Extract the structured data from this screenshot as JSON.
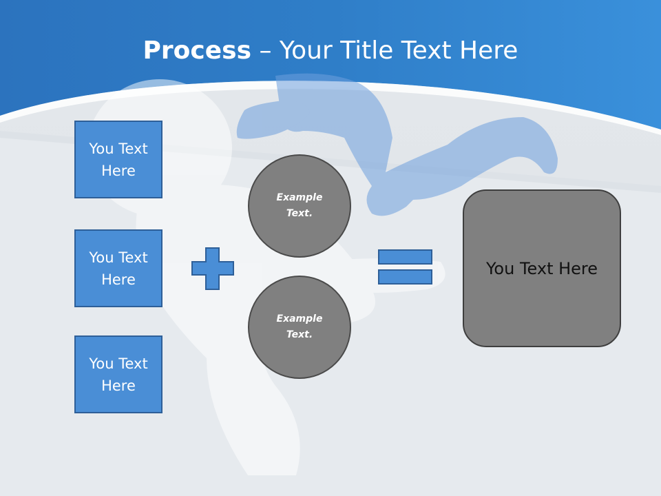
{
  "slide": {
    "title_bold": "Process",
    "title_rest": " – Your Title Text Here",
    "inputs": [
      {
        "label": "You Text Here"
      },
      {
        "label": "You Text Here"
      },
      {
        "label": "You Text Here"
      }
    ],
    "circles": [
      {
        "label": "Example Text."
      },
      {
        "label": "Example Text."
      }
    ],
    "result": {
      "label": "You Text Here"
    }
  },
  "colors": {
    "header_blue": "#2f7ec8",
    "box_blue": "#4a8ed6",
    "box_border": "#2e5f98",
    "circle_gray": "#808080",
    "result_gray": "#808080"
  },
  "icons": {
    "plus": "plus-icon",
    "equals": "equals-icon"
  }
}
